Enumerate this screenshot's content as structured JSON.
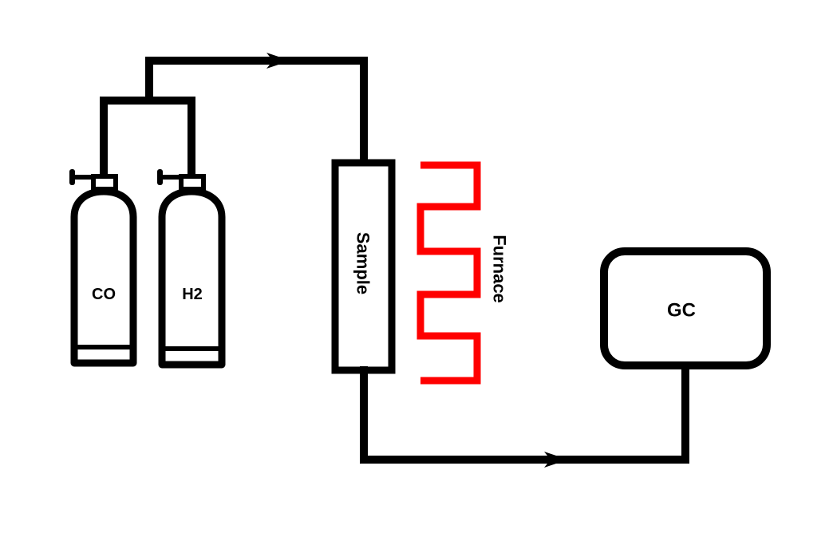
{
  "diagram": {
    "cylinders": [
      {
        "label": "CO"
      },
      {
        "label": "H2"
      }
    ],
    "sample": {
      "label": "Sample"
    },
    "furnace": {
      "label": "Furnace"
    },
    "gc": {
      "label": "GC"
    },
    "colors": {
      "line": "#000000",
      "furnace": "#ff0000",
      "background": "#ffffff"
    }
  }
}
